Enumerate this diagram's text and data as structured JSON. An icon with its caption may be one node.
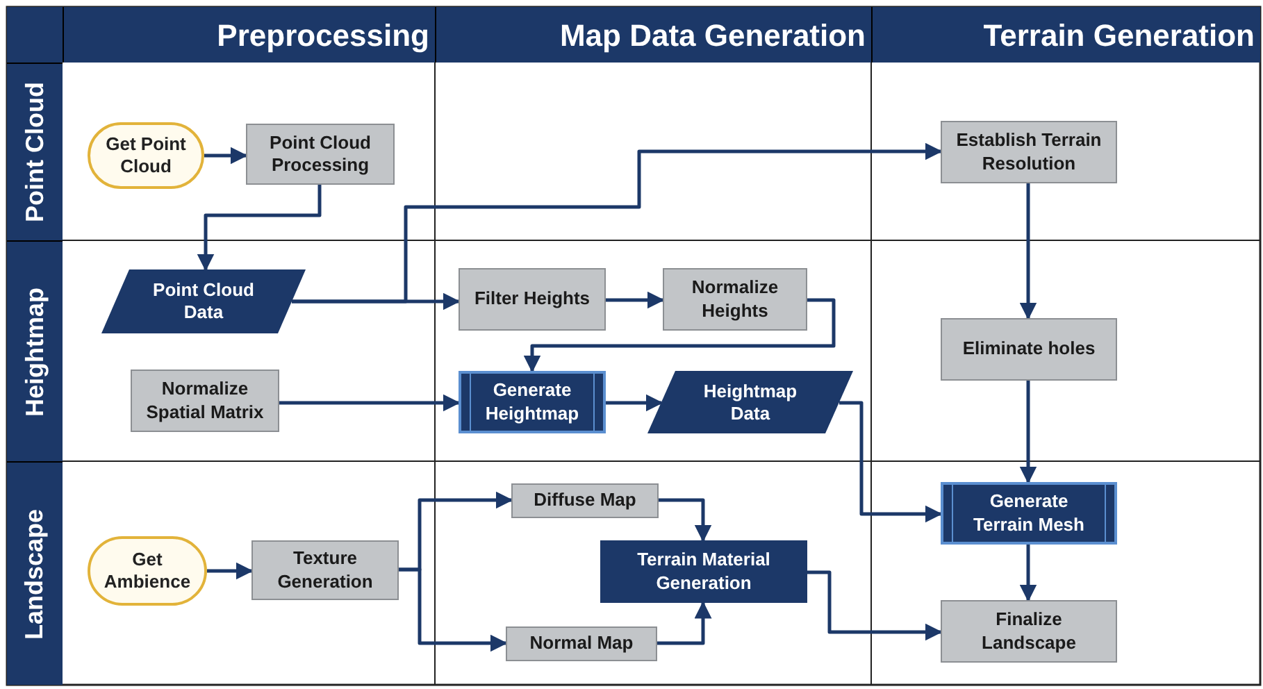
{
  "diagram": {
    "nodes": [
      {
        "text": [
          "Preprocessing"
        ]
      },
      {
        "text": [
          "Map Data Generation"
        ]
      },
      {
        "text": [
          "Terrain Generation"
        ]
      },
      {
        "text": [
          "Point Cloud"
        ]
      },
      {
        "text": [
          "Heightmap"
        ]
      },
      {
        "text": [
          "Landscape"
        ]
      },
      {
        "text": [
          "Get Point Cloud"
        ]
      },
      {
        "text": [
          "Point Cloud Processing"
        ]
      },
      {
        "text": [
          "Establish Terrain Resolution"
        ]
      },
      {
        "text": [
          "Point Cloud Data"
        ]
      },
      {
        "text": [
          "Filter Heights"
        ]
      },
      {
        "text": [
          "Normalize Heights"
        ]
      },
      {
        "text": [
          "Eliminate holes"
        ]
      },
      {
        "text": [
          "Normalize Spatial Matrix"
        ]
      },
      {
        "text": [
          "Generate Heightmap"
        ]
      },
      {
        "text": [
          "Heightmap Data"
        ]
      },
      {
        "text": [
          "Diffuse Map"
        ]
      },
      {
        "text": [
          "Generate Terrain Mesh"
        ]
      },
      {
        "text": [
          "Get Ambience"
        ]
      },
      {
        "text": [
          "Texture Generation"
        ]
      },
      {
        "text": [
          "Terrain Material Generation"
        ]
      },
      {
        "text": [
          "Normal Map"
        ]
      },
      {
        "text": [
          "Finalize Landscape"
        ]
      }
    ],
    "edges": [
      {
        "from": 6,
        "to": 7,
        "arrow": "to"
      },
      {
        "from": 7,
        "to": 9,
        "arrow": "to"
      },
      {
        "from": 9,
        "to": 8,
        "arrow": "to"
      },
      {
        "from": 9,
        "to": 10,
        "arrow": "to"
      },
      {
        "from": 10,
        "to": 11,
        "arrow": "to"
      },
      {
        "from": 11,
        "to": 14,
        "arrow": "to"
      },
      {
        "from": 13,
        "to": 14,
        "arrow": "to"
      },
      {
        "from": 14,
        "to": 15,
        "arrow": "to"
      },
      {
        "from": 15,
        "to": 17,
        "arrow": "to"
      },
      {
        "from": 8,
        "to": 12,
        "arrow": "to"
      },
      {
        "from": 12,
        "to": 17,
        "arrow": "to"
      },
      {
        "from": 17,
        "to": 22,
        "arrow": "to"
      },
      {
        "from": 18,
        "to": 19,
        "arrow": "to"
      },
      {
        "from": 19,
        "to": 16,
        "arrow": "to"
      },
      {
        "from": 19,
        "to": 21,
        "arrow": "to"
      },
      {
        "from": 16,
        "to": 20,
        "arrow": "to"
      },
      {
        "from": 21,
        "to": 20,
        "arrow": "to"
      },
      {
        "from": 20,
        "to": 22,
        "arrow": "to"
      }
    ]
  }
}
